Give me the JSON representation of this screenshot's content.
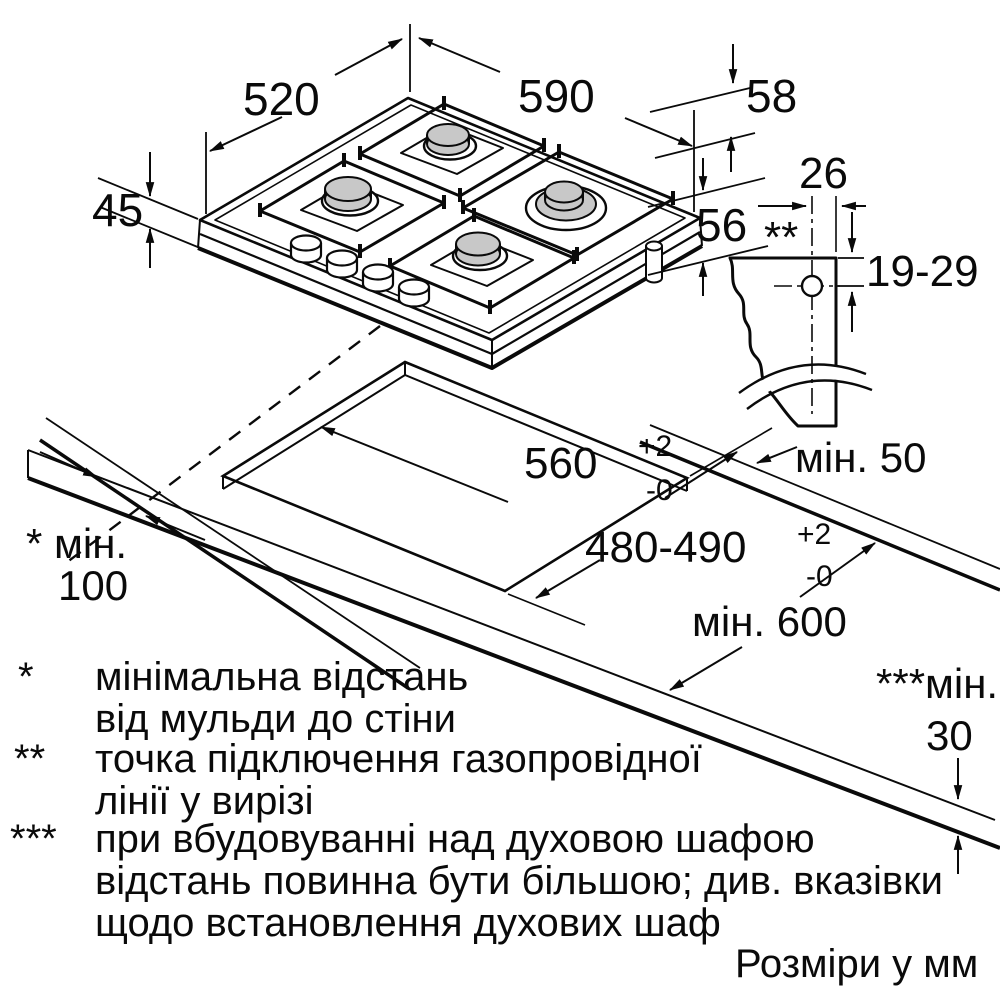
{
  "labels": {
    "dim_depth": "520",
    "dim_width": "590",
    "dim_rear_offset": "58",
    "dim_height": "45",
    "dim_built_in_depth": "56",
    "dim_gas_point_offset": "26",
    "dim_gas_point_vertical": "19-29",
    "gas_point_marker": "**",
    "min_rear_clearance": "мін. 50",
    "cutout_width": "560",
    "cutout_width_tol_plus": "+2",
    "cutout_width_tol_minus": "-0",
    "cutout_depth": "480-490",
    "cutout_depth_tol_plus": "+2",
    "cutout_depth_tol_minus": "-0",
    "min_side_prefix": "* мін.",
    "min_side_value": "100",
    "min_worktop_depth": "мін. 600",
    "min_below_prefix": "***мін.",
    "min_below_value": "30",
    "units_note": "Розміри у мм"
  },
  "footnotes": [
    {
      "marker": "*",
      "lines": [
        "мінімальна відстань",
        "від мульди до стіни"
      ]
    },
    {
      "marker": "**",
      "lines": [
        "точка підключення газопровідної",
        "лінії у вирізі"
      ]
    },
    {
      "marker": "***",
      "lines": [
        "при вбудовуванні над духовою шафою",
        "відстань повинна бути більшою; див. вказівки",
        "щодо встановлення духових шаф"
      ]
    }
  ],
  "colors": {
    "line": "#0a0a0a",
    "burner_cap": "#c8c8c8",
    "background": "#ffffff"
  }
}
